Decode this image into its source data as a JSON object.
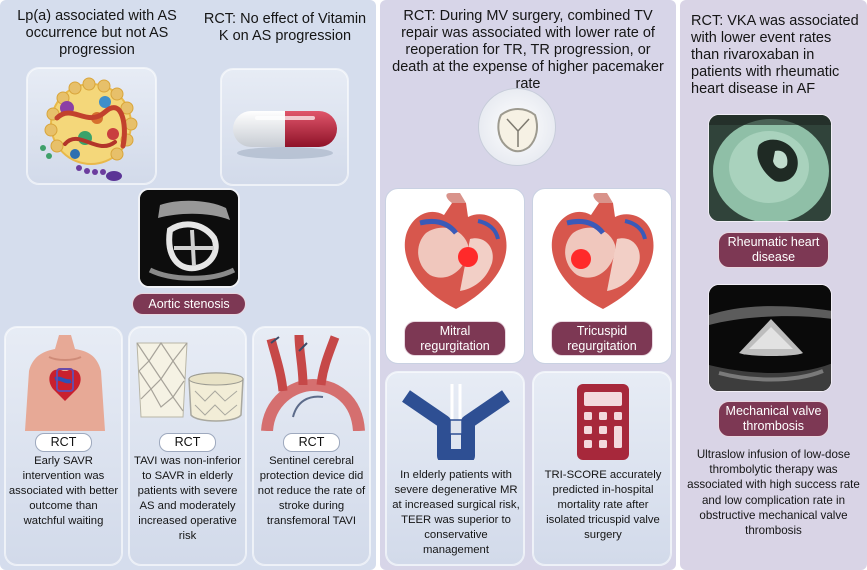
{
  "colors": {
    "accent": "#7d3854",
    "panel_left": "#d5dded",
    "panel_mid": "#d7d5e8",
    "panel_right": "#d9d4e6"
  },
  "left": {
    "lpa_title": "Lp(a) associated with AS occurrence but not AS progression",
    "vitk_title": "RCT: No effect of Vitamin K on AS progression",
    "aortic_label": "Aortic stenosis",
    "cards": [
      {
        "badge": "RCT",
        "text": "Early SAVR intervention was associated with better outcome than watchful waiting"
      },
      {
        "badge": "RCT",
        "text": "TAVI was non-inferior to SAVR in elderly patients with severe AS and moderately increased operative risk"
      },
      {
        "badge": "RCT",
        "text": "Sentinel cerebral protection device did not reduce the rate of stroke during transfemoral TAVI"
      }
    ]
  },
  "middle": {
    "title": "RCT: During MV surgery, combined TV repair was associated with lower rate of reoperation for TR, TR progression, or death at the expense of higher pacemaker rate",
    "mitral_label": "Mitral regurgitation",
    "tricuspid_label": "Tricuspid regurgitation",
    "teer_text": "In elderly patients with severe degenerative MR at increased surgical risk, TEER was superior to conservative management",
    "triscore_text": "TRI-SCORE accurately predicted in-hospital mortality rate after isolated tricuspid valve surgery"
  },
  "right": {
    "title": "RCT: VKA was associated with lower event rates than rivaroxaban in patients with rheumatic heart disease in AF",
    "rheumatic_label": "Rheumatic heart disease",
    "mvt_label": "Mechanical valve thrombosis",
    "infusion_text": "Ultraslow infusion of low-dose thrombolytic therapy was associated with high success rate and low complication rate in obstructive mechanical valve thrombosis"
  }
}
